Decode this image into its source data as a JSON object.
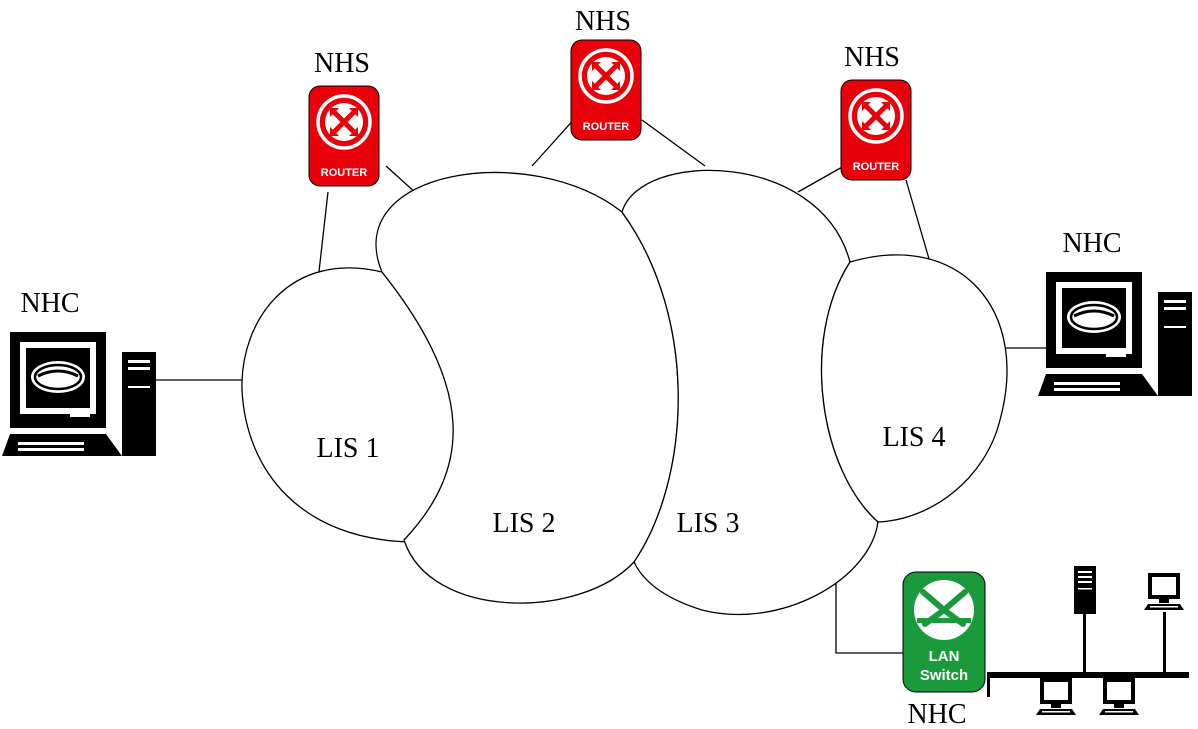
{
  "diagram": {
    "lis": [
      {
        "id": "lis1",
        "label": "LIS 1"
      },
      {
        "id": "lis2",
        "label": "LIS 2"
      },
      {
        "id": "lis3",
        "label": "LIS 3"
      },
      {
        "id": "lis4",
        "label": "LIS 4"
      }
    ],
    "nhs": [
      {
        "id": "nhs_left",
        "label": "NHS",
        "device_text": "ROUTER"
      },
      {
        "id": "nhs_mid",
        "label": "NHS",
        "device_text": "ROUTER"
      },
      {
        "id": "nhs_right",
        "label": "NHS",
        "device_text": "ROUTER"
      }
    ],
    "nhc": [
      {
        "id": "nhc_left",
        "label": "NHC"
      },
      {
        "id": "nhc_right",
        "label": "NHC"
      },
      {
        "id": "nhc_switch",
        "label": "NHC"
      }
    ],
    "switch": {
      "line1": "LAN",
      "line2": "Switch"
    },
    "colors": {
      "router": "#e8000b",
      "switch": "#1a9a3a",
      "line": "#000000",
      "background": "#ffffff"
    },
    "icons": [
      "router-icon",
      "computer-icon",
      "lan-switch-icon",
      "server-icon",
      "monitor-icon"
    ]
  }
}
